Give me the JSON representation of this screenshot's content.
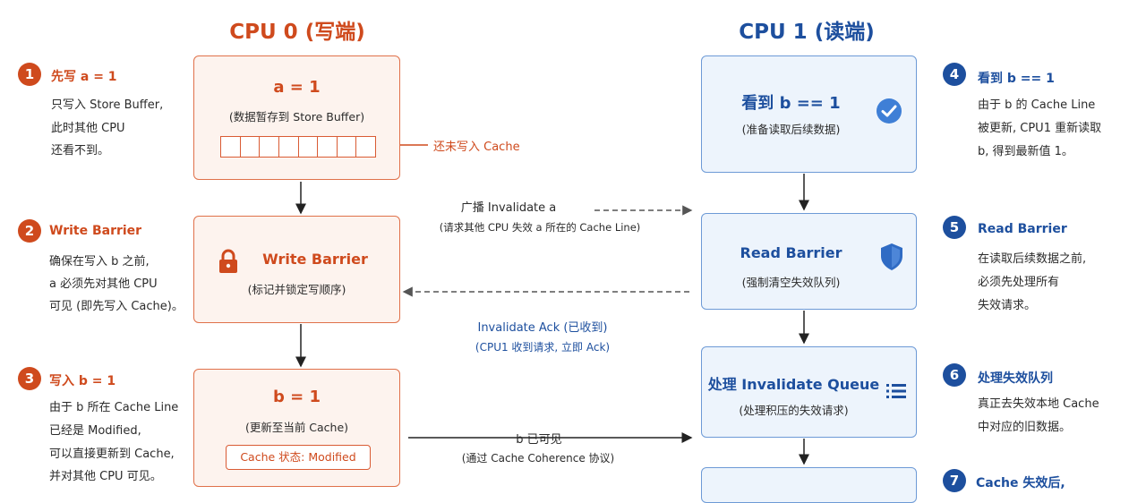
{
  "cpu0": {
    "title": "CPU 0 (写端)",
    "box_a": {
      "title": "a = 1",
      "sub": "(数据暂存到 Store Buffer)",
      "note": "还未写入 Cache"
    },
    "box_wb": {
      "title": "Write Barrier",
      "sub": "(标记并锁定写顺序)"
    },
    "box_b": {
      "title": "b = 1",
      "sub": "(更新至当前 Cache)",
      "badge": "Cache 状态: Modified"
    }
  },
  "cpu1": {
    "title": "CPU 1 (读端)",
    "box_see": {
      "title": "看到 b == 1",
      "sub": "(准备读取后续数据)"
    },
    "box_rb": {
      "title": "Read Barrier",
      "sub": "(强制清空失效队列)"
    },
    "box_q": {
      "title": "处理 Invalidate Queue",
      "sub": "(处理积压的失效请求)"
    }
  },
  "steps_left": [
    {
      "num": "1",
      "title": "先写 a = 1",
      "lines": [
        "只写入 Store Buffer,",
        "此时其他 CPU",
        "还看不到。"
      ]
    },
    {
      "num": "2",
      "title": "Write Barrier",
      "lines": [
        "确保在写入 b 之前,",
        "a 必须先对其他 CPU",
        "可见 (即先写入 Cache)。"
      ]
    },
    {
      "num": "3",
      "title": "写入 b = 1",
      "lines": [
        "由于 b 所在 Cache Line",
        "已经是 Modified,",
        "可以直接更新到 Cache,",
        "并对其他 CPU 可见。"
      ]
    }
  ],
  "steps_right": [
    {
      "num": "4",
      "title": "看到 b == 1",
      "lines": [
        "由于 b 的 Cache Line",
        "被更新, CPU1 重新读取",
        "b, 得到最新值 1。"
      ]
    },
    {
      "num": "5",
      "title": "Read Barrier",
      "lines": [
        "在读取后续数据之前,",
        "必须先处理所有",
        "失效请求。"
      ]
    },
    {
      "num": "6",
      "title": "处理失效队列",
      "lines": [
        "真正去失效本地 Cache",
        "中对应的旧数据。"
      ]
    },
    {
      "num": "7",
      "title": "Cache 失效后,",
      "lines": []
    }
  ],
  "messages": {
    "broadcast": {
      "title": "广播 Invalidate a",
      "sub": "(请求其他 CPU 失效 a 所在的 Cache Line)"
    },
    "ack": {
      "title": "Invalidate Ack (已收到)",
      "sub": "(CPU1 收到请求, 立即 Ack)"
    },
    "visible": {
      "title": "b 已可见",
      "sub": "(通过 Cache Coherence 协议)"
    }
  },
  "colors": {
    "orange": "#cf4a1d",
    "blue": "#1d4f9e",
    "orange_border": "#e0714a",
    "blue_border": "#6d9ad6"
  },
  "icons": [
    "lock-icon",
    "check-circle-icon",
    "shield-icon",
    "list-icon"
  ]
}
